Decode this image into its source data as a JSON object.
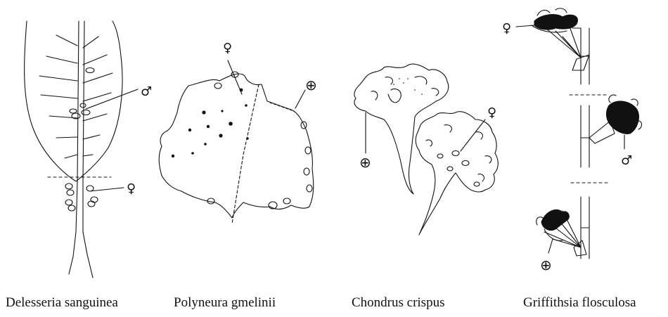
{
  "symbols": {
    "female": "♀",
    "male": "♂",
    "tetrasporic": "⊕"
  },
  "panels": [
    {
      "id": "delesseria",
      "caption": "Delesseria sanguinea"
    },
    {
      "id": "polyneura",
      "caption": "Polyneura gmelinii"
    },
    {
      "id": "chondrus",
      "caption": "Chondrus crispus"
    },
    {
      "id": "griffithsia",
      "caption": "Griffithsia flosculosa"
    }
  ]
}
